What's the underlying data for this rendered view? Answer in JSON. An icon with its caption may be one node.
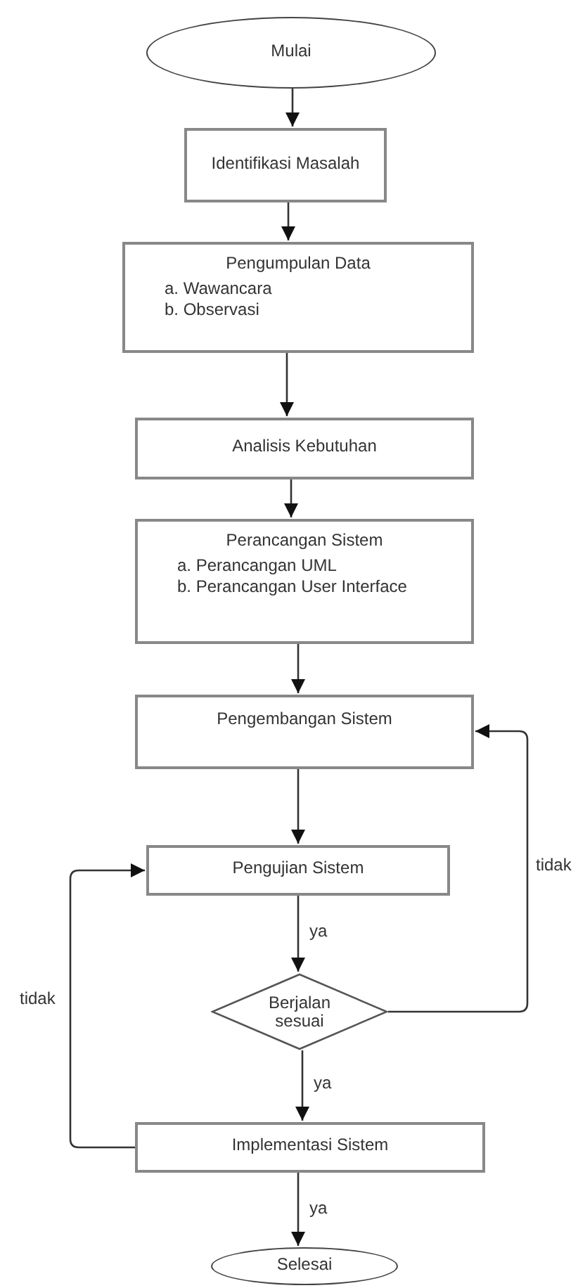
{
  "diagram": {
    "nodes": [
      {
        "text": [
          "Mulai"
        ]
      },
      {
        "text": [
          "Identifikasi Masalah"
        ]
      },
      {
        "text": [
          "Pengumpulan Data",
          "a. Wawancara",
          "b. Observasi"
        ]
      },
      {
        "text": [
          "Analisis Kebutuhan"
        ]
      },
      {
        "text": [
          "Perancangan Sistem",
          "a. Perancangan UML",
          "b. Perancangan User Interface"
        ]
      },
      {
        "text": [
          "Pengembangan Sistem"
        ]
      },
      {
        "text": [
          "Pengujian Sistem"
        ]
      },
      {
        "text": [
          "Berjalan sesuai"
        ]
      },
      {
        "text": [
          "Implementasi Sistem"
        ]
      },
      {
        "text": [
          "Selesai"
        ]
      }
    ],
    "edges": [
      {
        "from": 0,
        "to": 1,
        "arrow": "to"
      },
      {
        "from": 1,
        "to": 2,
        "arrow": "to"
      },
      {
        "from": 2,
        "to": 3,
        "arrow": "to"
      },
      {
        "from": 3,
        "to": 4,
        "arrow": "to"
      },
      {
        "from": 4,
        "to": 5,
        "arrow": "to"
      },
      {
        "from": 5,
        "to": 6,
        "arrow": "to"
      },
      {
        "from": 6,
        "to": 7,
        "arrow": "to",
        "label": "ya"
      },
      {
        "from": 7,
        "to": 5,
        "arrow": "to",
        "label": "tidak"
      },
      {
        "from": 7,
        "to": 8,
        "arrow": "to",
        "label": "ya"
      },
      {
        "from": 8,
        "to": 6,
        "arrow": "to",
        "label": "tidak"
      },
      {
        "from": 8,
        "to": 9,
        "arrow": "to",
        "label": "ya"
      }
    ]
  }
}
